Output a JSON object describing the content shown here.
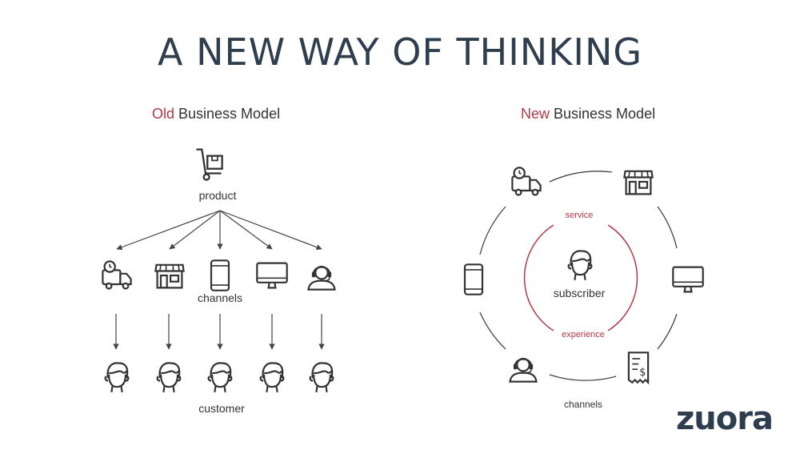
{
  "title": "A NEW WAY OF THINKING",
  "old_model": {
    "accent": "Old",
    "rest": " Business Model",
    "product_label": "product",
    "channels_label": "channels",
    "customer_label": "customer"
  },
  "new_model": {
    "accent": "New",
    "rest": " Business Model",
    "service_label": "service",
    "subscriber_label": "subscriber",
    "experience_label": "experience",
    "channels_label": "channels"
  },
  "logo_text": "zuora",
  "colors": {
    "accent": "#b23a48",
    "title": "#2e3e4e",
    "line": "#444444"
  },
  "icons": [
    "cart-icon",
    "truck-icon",
    "store-icon",
    "tablet-icon",
    "monitor-icon",
    "headset-agent-icon",
    "person-icon",
    "receipt-icon"
  ]
}
